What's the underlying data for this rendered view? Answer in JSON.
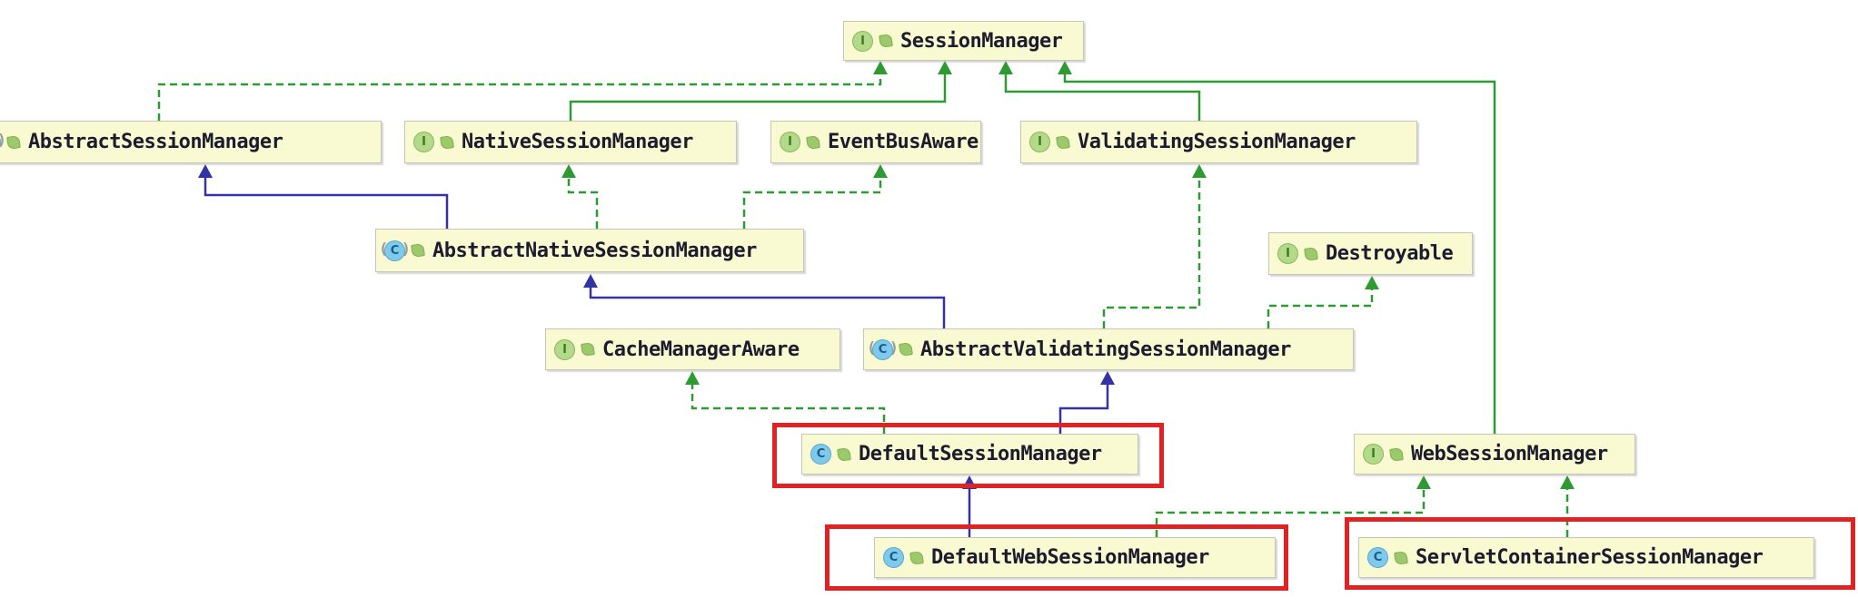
{
  "diagram": {
    "kind": "uml-class-hierarchy",
    "background": "#ffffff"
  },
  "colors": {
    "node_fill": "#FAFAD2",
    "node_border": "#c6c6b6",
    "green_line": "#2F9A32",
    "blue_line": "#3333A6",
    "highlight_red": "#E02222",
    "interface_badge": "#B3D98A",
    "class_badge": "#7FC9EC"
  },
  "icons": {
    "interface_letter": "I",
    "class_letter": "C"
  },
  "nodes": [
    {
      "label": "SessionManager",
      "kind": "interface",
      "highlighted": false
    },
    {
      "label": "AbstractSessionManager",
      "kind": "abstract-class",
      "highlighted": false
    },
    {
      "label": "NativeSessionManager",
      "kind": "interface",
      "highlighted": false
    },
    {
      "label": "EventBusAware",
      "kind": "interface",
      "highlighted": false
    },
    {
      "label": "ValidatingSessionManager",
      "kind": "interface",
      "highlighted": false
    },
    {
      "label": "AbstractNativeSessionManager",
      "kind": "abstract-class",
      "highlighted": false
    },
    {
      "label": "Destroyable",
      "kind": "interface",
      "highlighted": false
    },
    {
      "label": "CacheManagerAware",
      "kind": "interface",
      "highlighted": false
    },
    {
      "label": "AbstractValidatingSessionManager",
      "kind": "abstract-class",
      "highlighted": false
    },
    {
      "label": "DefaultSessionManager",
      "kind": "class",
      "highlighted": true
    },
    {
      "label": "WebSessionManager",
      "kind": "interface",
      "highlighted": false
    },
    {
      "label": "DefaultWebSessionManager",
      "kind": "class",
      "highlighted": true
    },
    {
      "label": "ServletContainerSessionManager",
      "kind": "class",
      "highlighted": true
    }
  ],
  "edges": [
    {
      "from": "AbstractSessionManager",
      "to": "SessionManager",
      "relation": "implements",
      "line": "green-dashed"
    },
    {
      "from": "NativeSessionManager",
      "to": "SessionManager",
      "relation": "extends",
      "line": "green-solid"
    },
    {
      "from": "ValidatingSessionManager",
      "to": "SessionManager",
      "relation": "extends",
      "line": "green-solid"
    },
    {
      "from": "WebSessionManager",
      "to": "SessionManager",
      "relation": "extends",
      "line": "green-solid"
    },
    {
      "from": "AbstractNativeSessionManager",
      "to": "AbstractSessionManager",
      "relation": "extends",
      "line": "blue-solid"
    },
    {
      "from": "AbstractNativeSessionManager",
      "to": "NativeSessionManager",
      "relation": "implements",
      "line": "green-dashed"
    },
    {
      "from": "AbstractNativeSessionManager",
      "to": "EventBusAware",
      "relation": "implements",
      "line": "green-dashed"
    },
    {
      "from": "AbstractValidatingSessionManager",
      "to": "AbstractNativeSessionManager",
      "relation": "extends",
      "line": "blue-solid"
    },
    {
      "from": "AbstractValidatingSessionManager",
      "to": "ValidatingSessionManager",
      "relation": "implements",
      "line": "green-dashed"
    },
    {
      "from": "AbstractValidatingSessionManager",
      "to": "Destroyable",
      "relation": "implements",
      "line": "green-dashed"
    },
    {
      "from": "DefaultSessionManager",
      "to": "CacheManagerAware",
      "relation": "implements",
      "line": "green-dashed"
    },
    {
      "from": "DefaultSessionManager",
      "to": "AbstractValidatingSessionManager",
      "relation": "extends",
      "line": "blue-solid"
    },
    {
      "from": "DefaultWebSessionManager",
      "to": "DefaultSessionManager",
      "relation": "extends",
      "line": "blue-solid"
    },
    {
      "from": "DefaultWebSessionManager",
      "to": "WebSessionManager",
      "relation": "implements",
      "line": "green-dashed"
    },
    {
      "from": "ServletContainerSessionManager",
      "to": "WebSessionManager",
      "relation": "implements",
      "line": "green-dashed"
    }
  ]
}
